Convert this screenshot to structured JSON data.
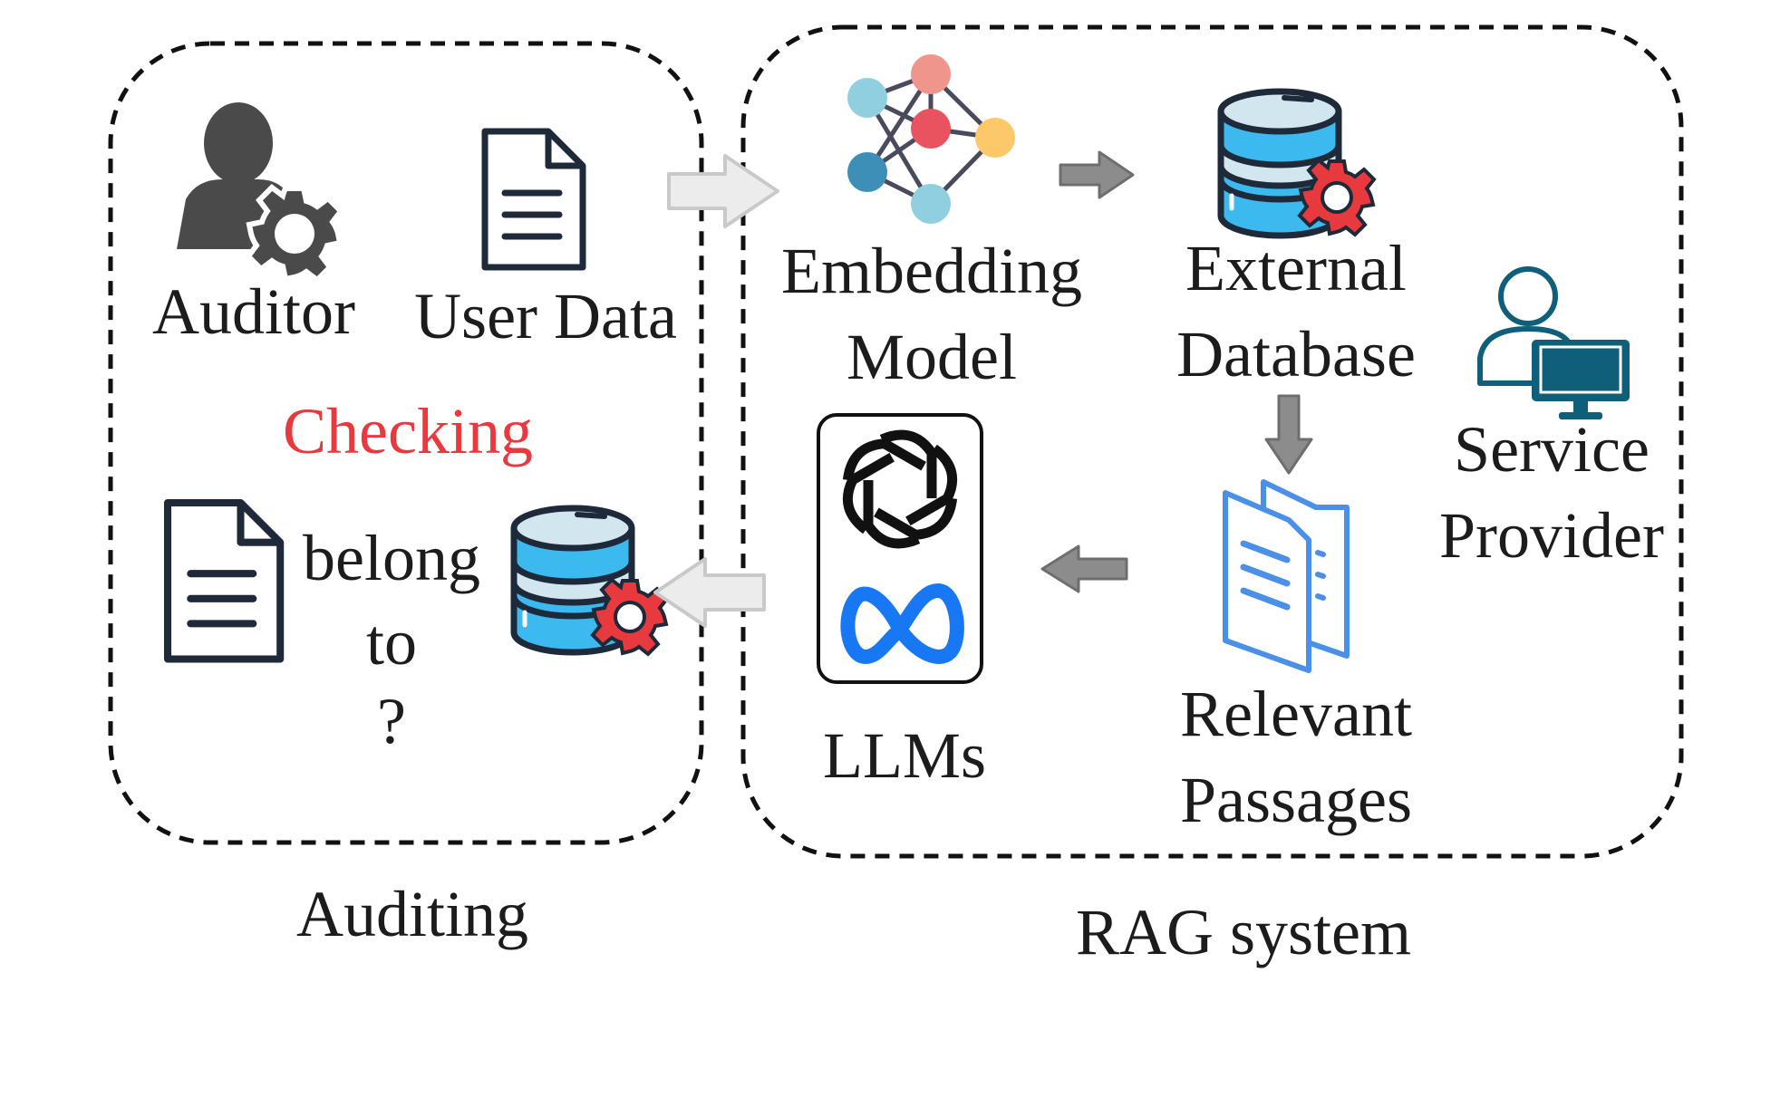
{
  "auditing": {
    "auditor_label": "Auditor",
    "user_data_label": "User Data",
    "checking_label": "Checking",
    "belong_label": "belong",
    "to_label": "to",
    "question_label": "?",
    "group_label": "Auditing"
  },
  "rag": {
    "embedding_line1": "Embedding",
    "embedding_line2": "Model",
    "external_line1": "External",
    "external_line2": "Database",
    "service_line1": "Service",
    "service_line2": "Provider",
    "llms_label": "LLMs",
    "relevant_line1": "Relevant",
    "relevant_line2": "Passages",
    "group_label": "RAG system"
  },
  "colors": {
    "accent_red": "#e8393e",
    "database_blue": "#3cb9ef",
    "database_light": "#d2e6ef",
    "outline_dark": "#1e2a3a",
    "gear_red": "#e8393e",
    "meta_blue": "#1877f2",
    "service_teal": "#0f5f7a",
    "passages_blue": "#4a8fe8",
    "arrow_gray": "#8c8c8c",
    "arrow_light": "#e6e6e6"
  },
  "icons": {
    "auditor": "person-gear-icon",
    "user_data": "document-icon",
    "embedding": "neural-network-icon",
    "external_db": "database-gear-icon",
    "service_provider": "person-computer-icon",
    "llm_openai": "openai-logo-icon",
    "llm_meta": "meta-logo-icon",
    "relevant_passages": "documents-stack-icon",
    "checked_doc": "document-icon",
    "checked_db": "database-gear-icon"
  }
}
